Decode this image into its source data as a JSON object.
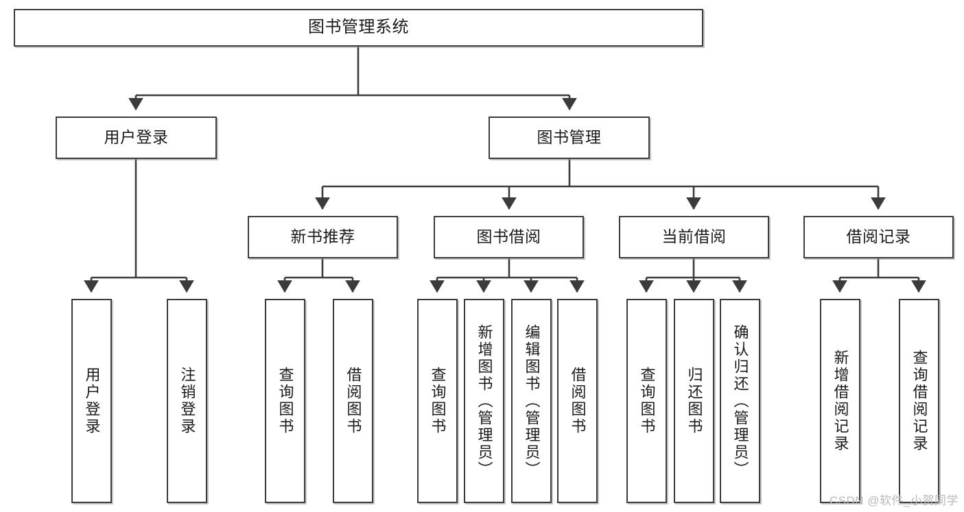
{
  "diagram": {
    "title": "图书管理系统",
    "type": "tree",
    "root": {
      "label": "图书管理系统"
    },
    "level1": [
      {
        "label": "用户登录"
      },
      {
        "label": "图书管理"
      }
    ],
    "level2": [
      {
        "label": "新书推荐"
      },
      {
        "label": "图书借阅"
      },
      {
        "label": "当前借阅"
      },
      {
        "label": "借阅记录"
      }
    ],
    "leaves": {
      "user_login": [
        {
          "label": "用户登录"
        },
        {
          "label": "注销登录"
        }
      ],
      "new_book_recommend": [
        {
          "label": "查询图书"
        },
        {
          "label": "借阅图书"
        }
      ],
      "book_borrow": [
        {
          "label": "查询图书"
        },
        {
          "label": "新增图书（管理员）"
        },
        {
          "label": "编辑图书（管理员）"
        },
        {
          "label": "借阅图书"
        }
      ],
      "current_borrow": [
        {
          "label": "查询图书"
        },
        {
          "label": "归还图书"
        },
        {
          "label": "确认归还（管理员）"
        }
      ],
      "borrow_record": [
        {
          "label": "新增借阅记录"
        },
        {
          "label": "查询借阅记录"
        }
      ]
    }
  },
  "watermark": {
    "text": "CSDN @软件_小贺同学"
  },
  "colors": {
    "stroke": "#3b3b3b",
    "fill": "#ffffff",
    "text": "#1a1a1a",
    "watermark": "#b9b9b9"
  }
}
